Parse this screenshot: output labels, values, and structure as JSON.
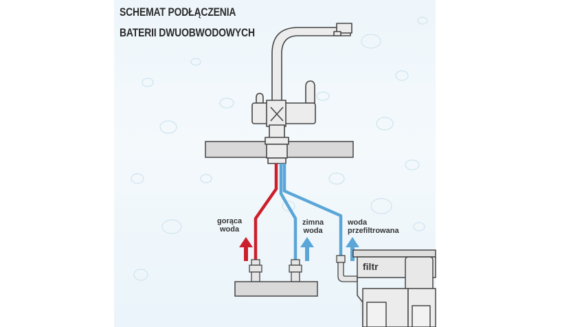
{
  "title": {
    "line1": "SCHEMAT PODŁĄCZENIA",
    "line2": "BATERII DWUOBWODOWYCH"
  },
  "labels": {
    "hot": {
      "line1": "gorąca",
      "line2": "woda"
    },
    "cold": {
      "line1": "zimna",
      "line2": "woda"
    },
    "filtered": {
      "line1": "woda",
      "line2": "przefiltrowana"
    },
    "filter": "filtr"
  },
  "colors": {
    "hot_pipe": "#cc1f2b",
    "cold_pipe": "#5aa6d8",
    "outline": "#444444",
    "counter": "#d9d9d9",
    "background": "#eef6fb"
  }
}
